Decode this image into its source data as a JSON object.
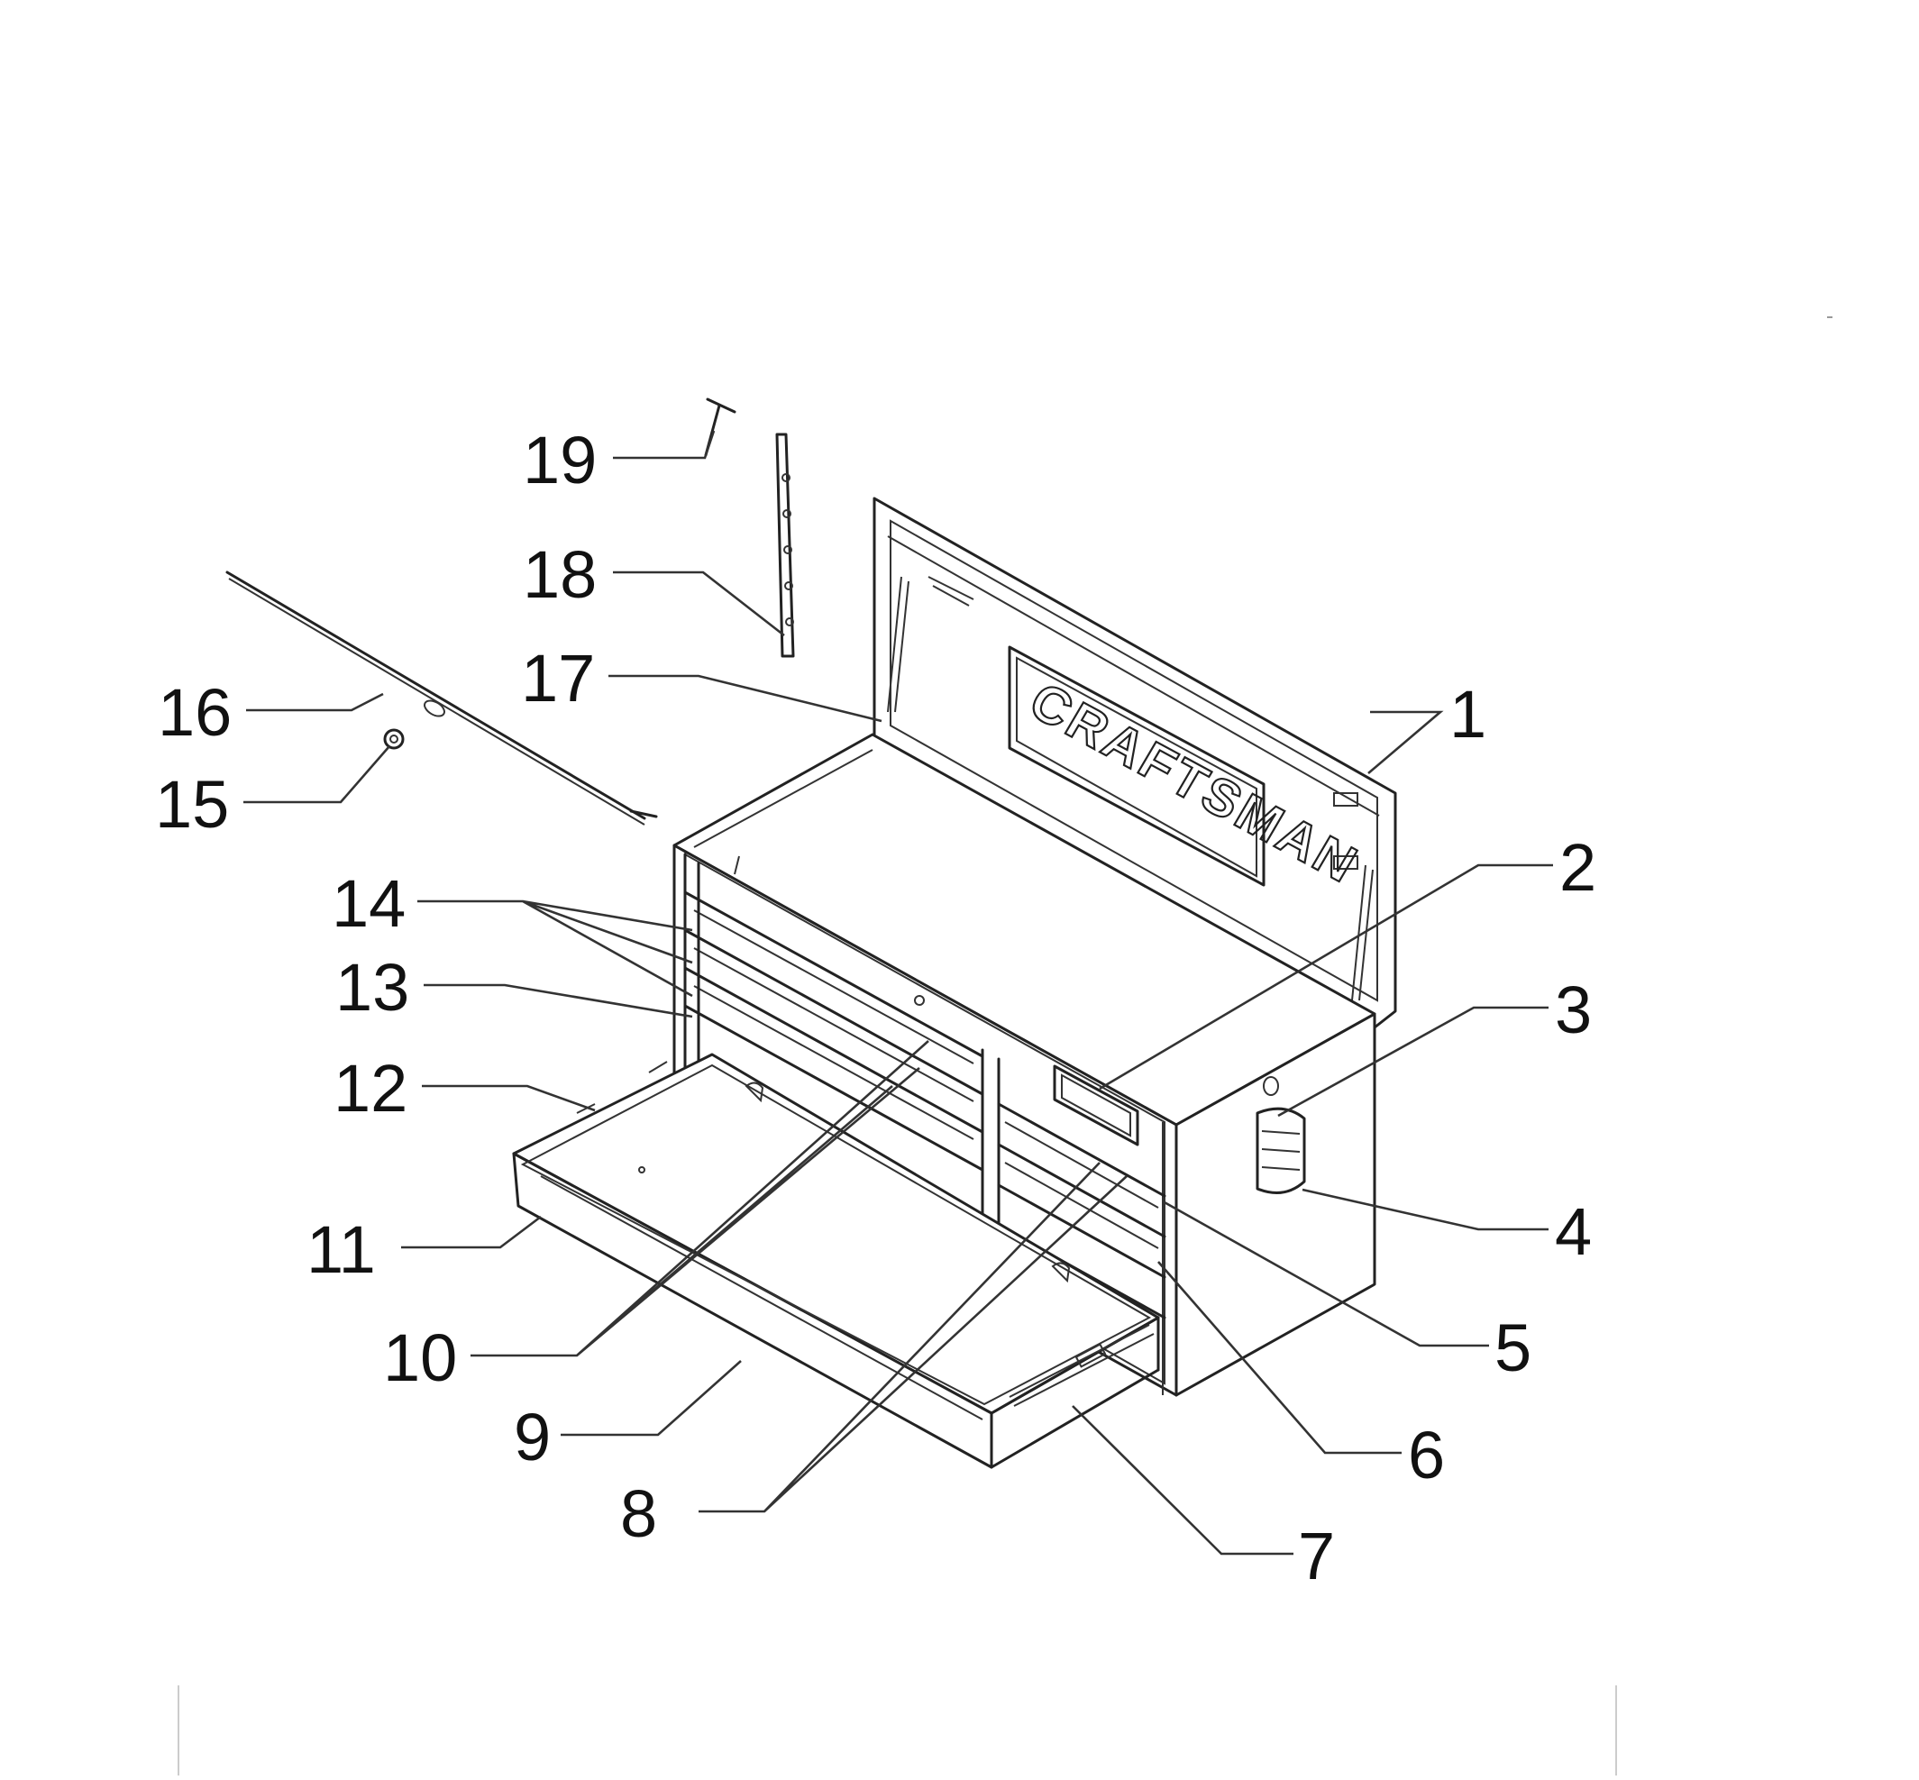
{
  "diagram": {
    "brand_label": "CRAFTSMAN",
    "callouts": [
      {
        "id": "1",
        "label": "1"
      },
      {
        "id": "2",
        "label": "2"
      },
      {
        "id": "3",
        "label": "3"
      },
      {
        "id": "4",
        "label": "4"
      },
      {
        "id": "5",
        "label": "5"
      },
      {
        "id": "6",
        "label": "6"
      },
      {
        "id": "7",
        "label": "7"
      },
      {
        "id": "8",
        "label": "8"
      },
      {
        "id": "9",
        "label": "9"
      },
      {
        "id": "10",
        "label": "10"
      },
      {
        "id": "11",
        "label": "11"
      },
      {
        "id": "12",
        "label": "12"
      },
      {
        "id": "13",
        "label": "13"
      },
      {
        "id": "14",
        "label": "14"
      },
      {
        "id": "15",
        "label": "15"
      },
      {
        "id": "16",
        "label": "16"
      },
      {
        "id": "17",
        "label": "17"
      },
      {
        "id": "18",
        "label": "18"
      },
      {
        "id": "19",
        "label": "19"
      }
    ]
  }
}
